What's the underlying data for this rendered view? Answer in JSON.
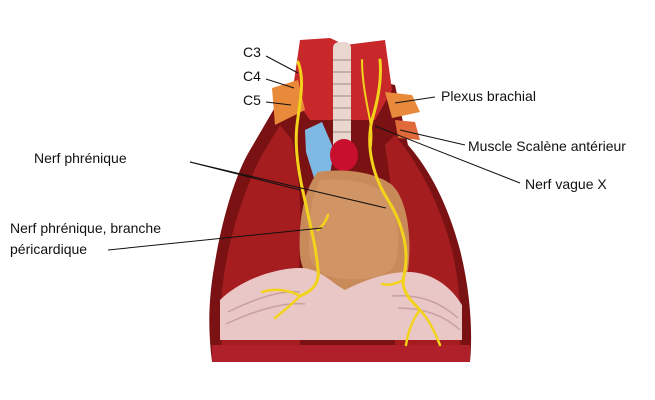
{
  "labels": {
    "c3": "C3",
    "c4": "C4",
    "c5": "C5",
    "plexus_brachial": "Plexus brachial",
    "nerf_phrenique": "Nerf phrénique",
    "muscle_scalene": "Muscle Scalène antérieur",
    "nerf_vague": "Nerf vague X",
    "branche_line1": "Nerf phrénique, branche",
    "branche_line2": "péricardique"
  },
  "colors": {
    "lung": "#a51d1f",
    "lung_dark": "#7a1214",
    "muscle": "#c8282a",
    "pericardium": "#c98a5a",
    "nerve": "#f2d21b",
    "vessel_blue": "#7db9e3",
    "diaphragm": "#e9c7c7",
    "leader": "#111111"
  }
}
